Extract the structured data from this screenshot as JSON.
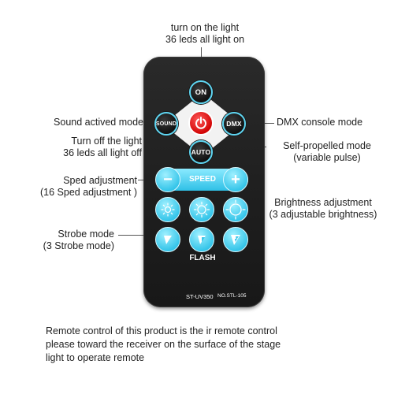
{
  "annotations": {
    "top_line1": "turn on the light",
    "top_line2": "36 leds all light on",
    "sound": "Sound actived mode",
    "dmx": "DMX console mode",
    "off_line1": "Turn off the light",
    "off_line2": "36 leds all light off",
    "self_line1": "Self-propelled mode",
    "self_line2": "(variable pulse)",
    "sped_line1": "Sped adjustment",
    "sped_line2": "(16 Sped adjustment )",
    "bright_line1": "Brightness adjustment",
    "bright_line2": "(3 adjustable brightness)",
    "strobe_line1": "Strobe mode",
    "strobe_line2": "(3 Strobe mode)"
  },
  "remote": {
    "on_label": "ON",
    "sound_label": "SOUND",
    "dmx_label": "DMX",
    "auto_label": "AUTO",
    "speed_label": "SPEED",
    "minus_label": "−",
    "plus_label": "+",
    "flash_label": "FLASH",
    "model_label": "ST-UV350",
    "no_label": "NO.STL-105"
  },
  "footer": {
    "line1": "Remote control of this product is the ir remote control",
    "line2": "please toward the receiver on the surface of the stage",
    "line3": "light to operate remote"
  },
  "colors": {
    "accent_blue": "#38c6ea",
    "power_red": "#d00000",
    "remote_body": "#1e1e1e"
  },
  "icons": [
    "power-icon",
    "sun-low-icon",
    "sun-medium-icon",
    "sun-high-icon",
    "strobe-icon"
  ]
}
